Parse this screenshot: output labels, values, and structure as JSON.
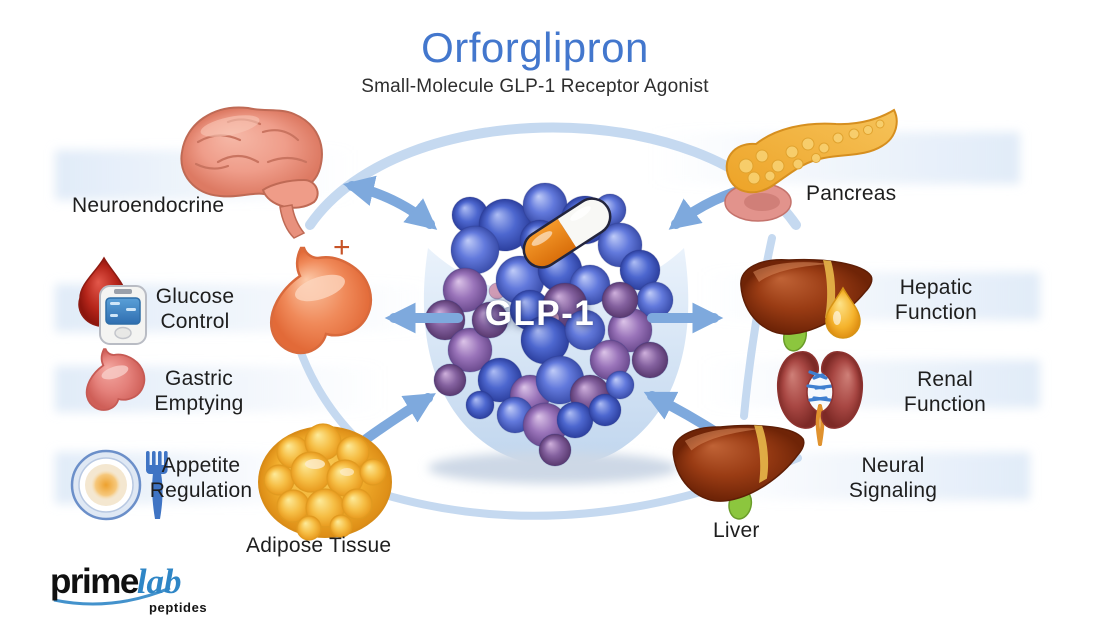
{
  "header": {
    "title": "Orforglipron",
    "subtitle": "Small-Molecule GLP-1 Receptor Agonist"
  },
  "center": {
    "label": "GLP-1",
    "molecule_icon": "glp1-receptor-molecule",
    "capsule_icon": "orange-white-capsule"
  },
  "targets": {
    "neuroendocrine": {
      "label": "Neuroendocrine",
      "icon": "brain-icon"
    },
    "pancreas": {
      "label": "Pancreas",
      "icon": "pancreas-icon"
    },
    "glucose_control": {
      "label": "Glucose Control",
      "icon": "blood-glucometer-icon",
      "plus_mark": "+"
    },
    "hepatic_function": {
      "label": "Hepatic Function",
      "icon": "liver-bile-icon"
    },
    "gastric_emptying": {
      "label": "Gastric Emptying",
      "icon": "stomach-icon"
    },
    "renal_function": {
      "label": "Renal Function",
      "icon": "kidneys-icon"
    },
    "appetite_regulation": {
      "label": "Appetite Regulation",
      "icon": "plate-fork-icon"
    },
    "neural_signaling": {
      "label": "Neural Signaling"
    },
    "adipose_tissue": {
      "label": "Adipose Tissue",
      "icon": "adipose-tissue-icon"
    },
    "liver": {
      "label": "Liver",
      "icon": "liver-icon"
    }
  },
  "logo": {
    "prime": "prime",
    "lab": "lab",
    "peptides": "peptides"
  },
  "colors": {
    "title_blue": "#4377cd",
    "arrow_blue": "#7ea9dd",
    "ring_blue": "#c5d9f0",
    "text_dark": "#1e1e1e",
    "plus_orange": "#c75327",
    "logo_blue": "#2f86c6",
    "capsule_orange": "#ef8311"
  }
}
